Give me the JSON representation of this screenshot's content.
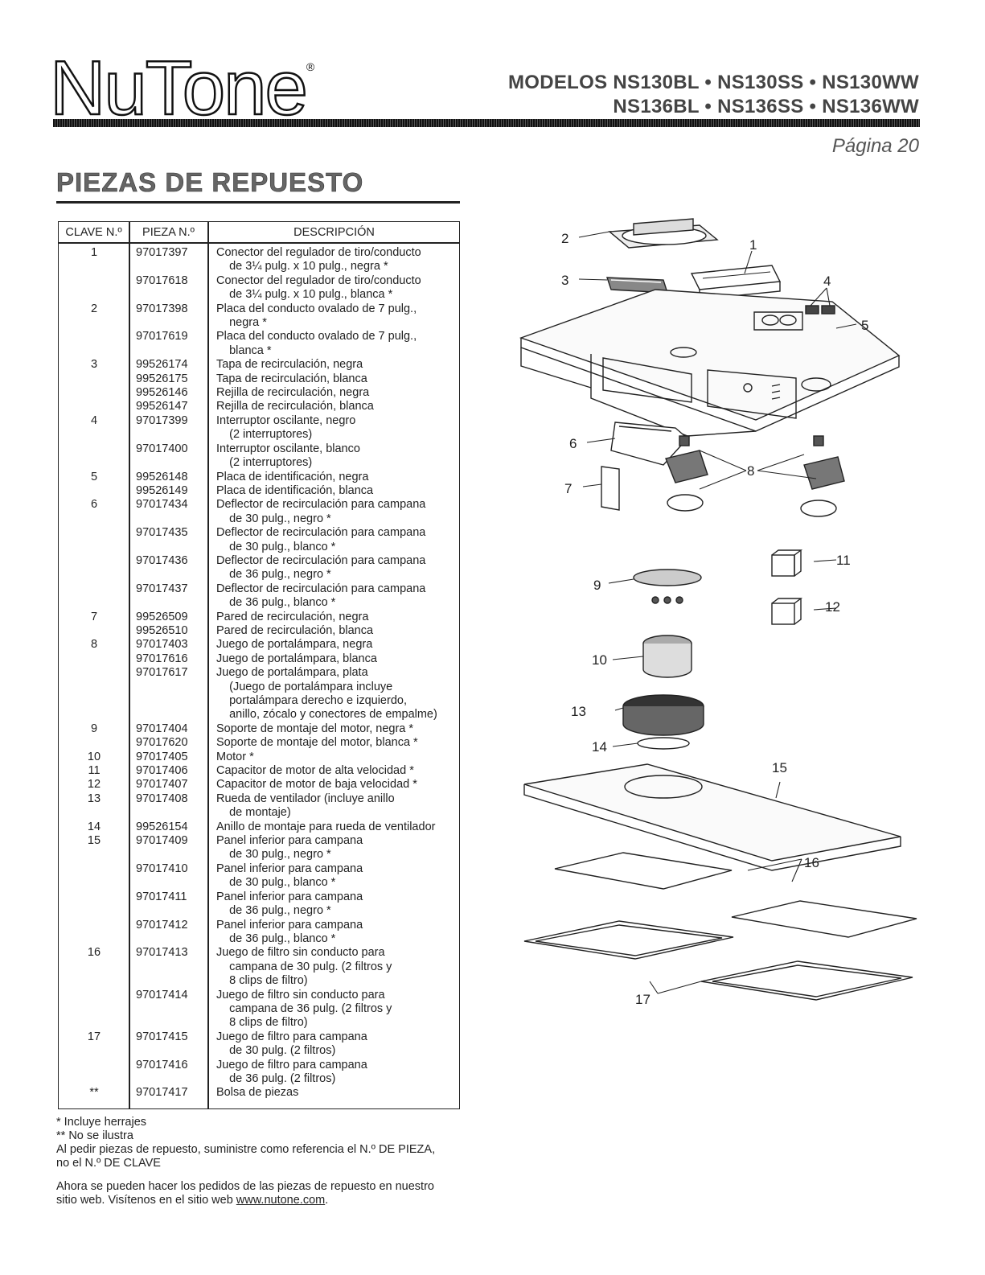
{
  "brand": {
    "name": "NuTone",
    "reg": "®"
  },
  "header": {
    "models_line1": "MODELOS NS130BL • NS130SS • NS130WW",
    "models_line2": "NS136BL • NS136SS • NS136WW",
    "page": "Página 20"
  },
  "section_title": "PIEZAS DE REPUESTO",
  "table": {
    "headers": {
      "key": "CLAVE N.º",
      "part": "PIEZA N.º",
      "desc": "DESCRIPCIÓN"
    },
    "rows": [
      {
        "k": "1",
        "p": "97017397",
        "d": "Conector del regulador de tiro/conducto"
      },
      {
        "k": "",
        "p": "",
        "d": "    de 3¼ pulg. x 10 pulg., negra *"
      },
      {
        "k": "",
        "p": "97017618",
        "d": "Conector del regulador de tiro/conducto"
      },
      {
        "k": "",
        "p": "",
        "d": "    de 3¼ pulg. x 10 pulg., blanca *"
      },
      {
        "k": "2",
        "p": "97017398",
        "d": "Placa del conducto ovalado de 7 pulg.,"
      },
      {
        "k": "",
        "p": "",
        "d": "    negra *"
      },
      {
        "k": "",
        "p": "97017619",
        "d": "Placa del conducto ovalado de 7 pulg.,"
      },
      {
        "k": "",
        "p": "",
        "d": "    blanca *"
      },
      {
        "k": "3",
        "p": "99526174",
        "d": "Tapa de recirculación, negra"
      },
      {
        "k": "",
        "p": "99526175",
        "d": "Tapa de recirculación, blanca"
      },
      {
        "k": "",
        "p": "99526146",
        "d": "Rejilla de recirculación, negra"
      },
      {
        "k": "",
        "p": "99526147",
        "d": "Rejilla de recirculación, blanca"
      },
      {
        "k": "4",
        "p": "97017399",
        "d": "Interruptor oscilante, negro"
      },
      {
        "k": "",
        "p": "",
        "d": "    (2 interruptores)"
      },
      {
        "k": "",
        "p": "97017400",
        "d": "Interruptor oscilante, blanco"
      },
      {
        "k": "",
        "p": "",
        "d": "    (2 interruptores)"
      },
      {
        "k": "5",
        "p": "99526148",
        "d": "Placa de identificación, negra"
      },
      {
        "k": "",
        "p": "99526149",
        "d": "Placa de identificación, blanca"
      },
      {
        "k": "6",
        "p": "97017434",
        "d": "Deflector de recirculación para campana"
      },
      {
        "k": "",
        "p": "",
        "d": "    de 30 pulg., negro *"
      },
      {
        "k": "",
        "p": "97017435",
        "d": "Deflector de recirculación para campana"
      },
      {
        "k": "",
        "p": "",
        "d": "    de 30 pulg., blanco *"
      },
      {
        "k": "",
        "p": "97017436",
        "d": "Deflector de recirculación para campana"
      },
      {
        "k": "",
        "p": "",
        "d": "    de 36 pulg., negro *"
      },
      {
        "k": "",
        "p": "97017437",
        "d": "Deflector de recirculación para campana"
      },
      {
        "k": "",
        "p": "",
        "d": "    de 36 pulg., blanco *"
      },
      {
        "k": "7",
        "p": "99526509",
        "d": "Pared de recirculación, negra"
      },
      {
        "k": "",
        "p": "99526510",
        "d": "Pared de recirculación, blanca"
      },
      {
        "k": "8",
        "p": "97017403",
        "d": "Juego de portalámpara, negra"
      },
      {
        "k": "",
        "p": "97017616",
        "d": "Juego de portalámpara, blanca"
      },
      {
        "k": "",
        "p": "97017617",
        "d": "Juego de portalámpara, plata"
      },
      {
        "k": "",
        "p": "",
        "d": "    (Juego de portalámpara incluye"
      },
      {
        "k": "",
        "p": "",
        "d": "    portalámpara derecho e izquierdo,"
      },
      {
        "k": "",
        "p": "",
        "d": "    anillo, zócalo y conectores de empalme)"
      },
      {
        "k": "9",
        "p": "97017404",
        "d": "Soporte de montaje del motor, negra *"
      },
      {
        "k": "",
        "p": "97017620",
        "d": "Soporte de montaje del motor, blanca *"
      },
      {
        "k": "10",
        "p": "97017405",
        "d": "Motor *"
      },
      {
        "k": "11",
        "p": "97017406",
        "d": "Capacitor de motor de alta velocidad *"
      },
      {
        "k": "12",
        "p": "97017407",
        "d": "Capacitor de motor de baja velocidad *"
      },
      {
        "k": "13",
        "p": "97017408",
        "d": "Rueda de ventilador (incluye anillo"
      },
      {
        "k": "",
        "p": "",
        "d": "    de montaje)"
      },
      {
        "k": "14",
        "p": "99526154",
        "d": "Anillo de montaje para rueda de ventilador"
      },
      {
        "k": "15",
        "p": "97017409",
        "d": "Panel inferior para campana"
      },
      {
        "k": "",
        "p": "",
        "d": "    de 30 pulg., negro *"
      },
      {
        "k": "",
        "p": "97017410",
        "d": "Panel inferior para campana"
      },
      {
        "k": "",
        "p": "",
        "d": "    de 30 pulg., blanco *"
      },
      {
        "k": "",
        "p": "97017411",
        "d": "Panel inferior para campana"
      },
      {
        "k": "",
        "p": "",
        "d": "    de 36 pulg., negro *"
      },
      {
        "k": "",
        "p": "97017412",
        "d": "Panel inferior para campana"
      },
      {
        "k": "",
        "p": "",
        "d": "    de 36 pulg., blanco *"
      },
      {
        "k": "16",
        "p": "97017413",
        "d": "Juego de filtro sin conducto para"
      },
      {
        "k": "",
        "p": "",
        "d": "    campana de 30 pulg. (2 filtros y"
      },
      {
        "k": "",
        "p": "",
        "d": "    8 clips de filtro)"
      },
      {
        "k": "",
        "p": "97017414",
        "d": "Juego de filtro sin conducto para"
      },
      {
        "k": "",
        "p": "",
        "d": "    campana de 36 pulg. (2 filtros y"
      },
      {
        "k": "",
        "p": "",
        "d": "    8 clips de filtro)"
      },
      {
        "k": "17",
        "p": "97017415",
        "d": "Juego de filtro para campana"
      },
      {
        "k": "",
        "p": "",
        "d": "    de 30 pulg. (2 filtros)"
      },
      {
        "k": "",
        "p": "97017416",
        "d": "Juego de filtro para campana"
      },
      {
        "k": "",
        "p": "",
        "d": "    de 36 pulg. (2 filtros)"
      },
      {
        "k": "**",
        "p": "97017417",
        "d": "Bolsa de piezas"
      }
    ]
  },
  "notes": {
    "n1": "* Incluye herrajes",
    "n2": "** No se ilustra",
    "n3a": "Al pedir piezas de repuesto, suministre como referencia el N.º DE PIEZA,",
    "n3b": "no el N.º DE CLAVE",
    "n4a": "Ahora se pueden hacer los pedidos de las piezas de repuesto en nuestro",
    "n4b_pre": "sitio web. Visítenos en el sitio web ",
    "n4b_link": "www.nutone.com",
    "n4b_post": "."
  },
  "callouts": [
    "1",
    "2",
    "3",
    "4",
    "5",
    "6",
    "7",
    "8",
    "9",
    "10",
    "11",
    "12",
    "13",
    "14",
    "15",
    "16",
    "17"
  ]
}
